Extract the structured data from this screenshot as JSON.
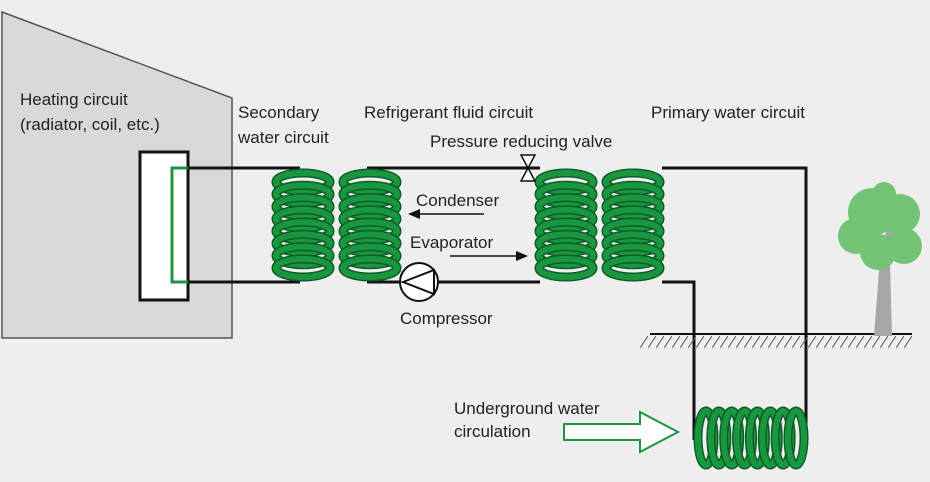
{
  "labels": {
    "heating_circuit_line1": "Heating circuit",
    "heating_circuit_line2": "(radiator, coil, etc.)",
    "secondary_line1": "Secondary",
    "secondary_line2": "water circuit",
    "refrigerant": "Refrigerant fluid circuit",
    "primary": "Primary water circuit",
    "pressure_valve": "Pressure reducing valve",
    "condenser": "Condenser",
    "evaporator": "Evaporator",
    "compressor": "Compressor",
    "underground_line1": "Underground water",
    "underground_line2": "circulation"
  },
  "colors": {
    "background": "#eeeeee",
    "house_fill": "#d9d9d9",
    "pipe": "#111111",
    "coil_green": "#1a9641",
    "coil_outline": "#0b5e25",
    "tree_green": "#74c476",
    "trunk_gray": "#a6a6a6"
  }
}
